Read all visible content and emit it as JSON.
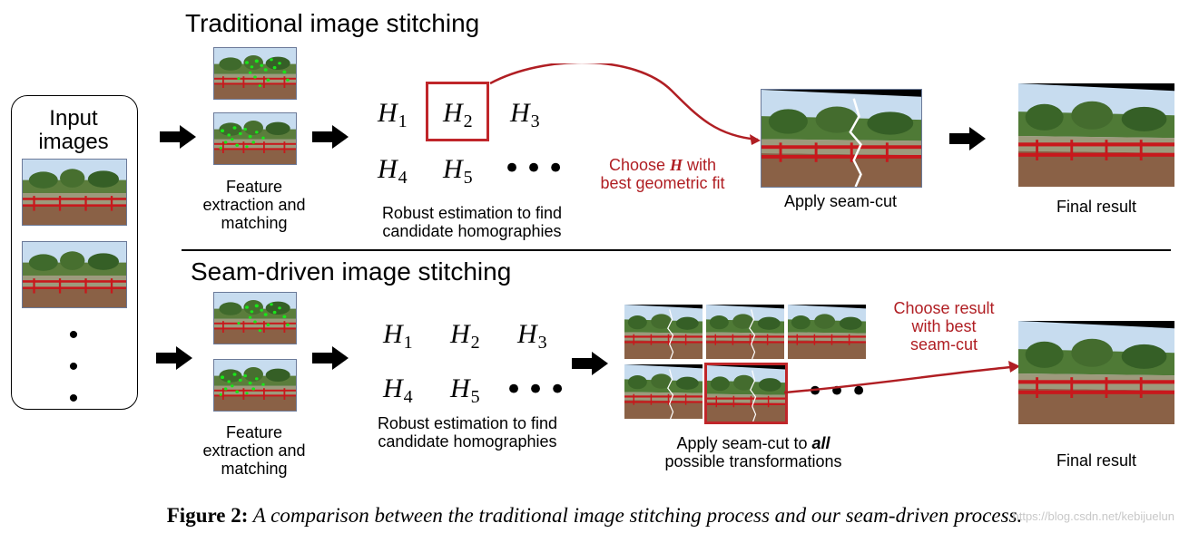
{
  "top_row": {
    "title": "Traditional image stitching",
    "feature_label": [
      "Feature",
      "extraction and",
      "matching"
    ],
    "homographies": [
      {
        "base": "H",
        "sub": "1"
      },
      {
        "base": "H",
        "sub": "2"
      },
      {
        "base": "H",
        "sub": "3"
      },
      {
        "base": "H",
        "sub": "4"
      },
      {
        "base": "H",
        "sub": "5"
      }
    ],
    "dots": "•••",
    "robust_label": [
      "Robust estimation to find",
      "candidate homographies"
    ],
    "choose_label_pre": "Choose ",
    "choose_label_em": "H",
    "choose_label_post": " with",
    "choose_label_line2": "best geometric fit",
    "seam_label": "Apply seam-cut",
    "final_label": "Final result"
  },
  "bottom_row": {
    "title": "Seam-driven image stitching",
    "feature_label": [
      "Feature",
      "extraction and",
      "matching"
    ],
    "homographies": [
      {
        "base": "H",
        "sub": "1"
      },
      {
        "base": "H",
        "sub": "2"
      },
      {
        "base": "H",
        "sub": "3"
      },
      {
        "base": "H",
        "sub": "4"
      },
      {
        "base": "H",
        "sub": "5"
      }
    ],
    "dots": "•••",
    "robust_label": [
      "Robust estimation to find",
      "candidate homographies"
    ],
    "seam_label_pre": "Apply seam-cut to ",
    "seam_label_em": "all",
    "seam_label_line2": "possible transformations",
    "grid_dots": "•••",
    "choose_label": [
      "Choose result",
      "with best",
      "seam-cut"
    ],
    "final_label": "Final result"
  },
  "input": {
    "title": [
      "Input",
      "images"
    ],
    "dots": [
      "•",
      "•",
      "•"
    ]
  },
  "caption": {
    "label": "Figure 2:",
    "text": " A comparison between the traditional image stitching process and our seam-driven process."
  },
  "watermark": "https://blog.csdn.net/kebijuelun",
  "colors": {
    "accent_red": "#b01e23",
    "highlight_border": "#c0262a",
    "feature_point": "#19e619",
    "railing": "#c8181c"
  }
}
